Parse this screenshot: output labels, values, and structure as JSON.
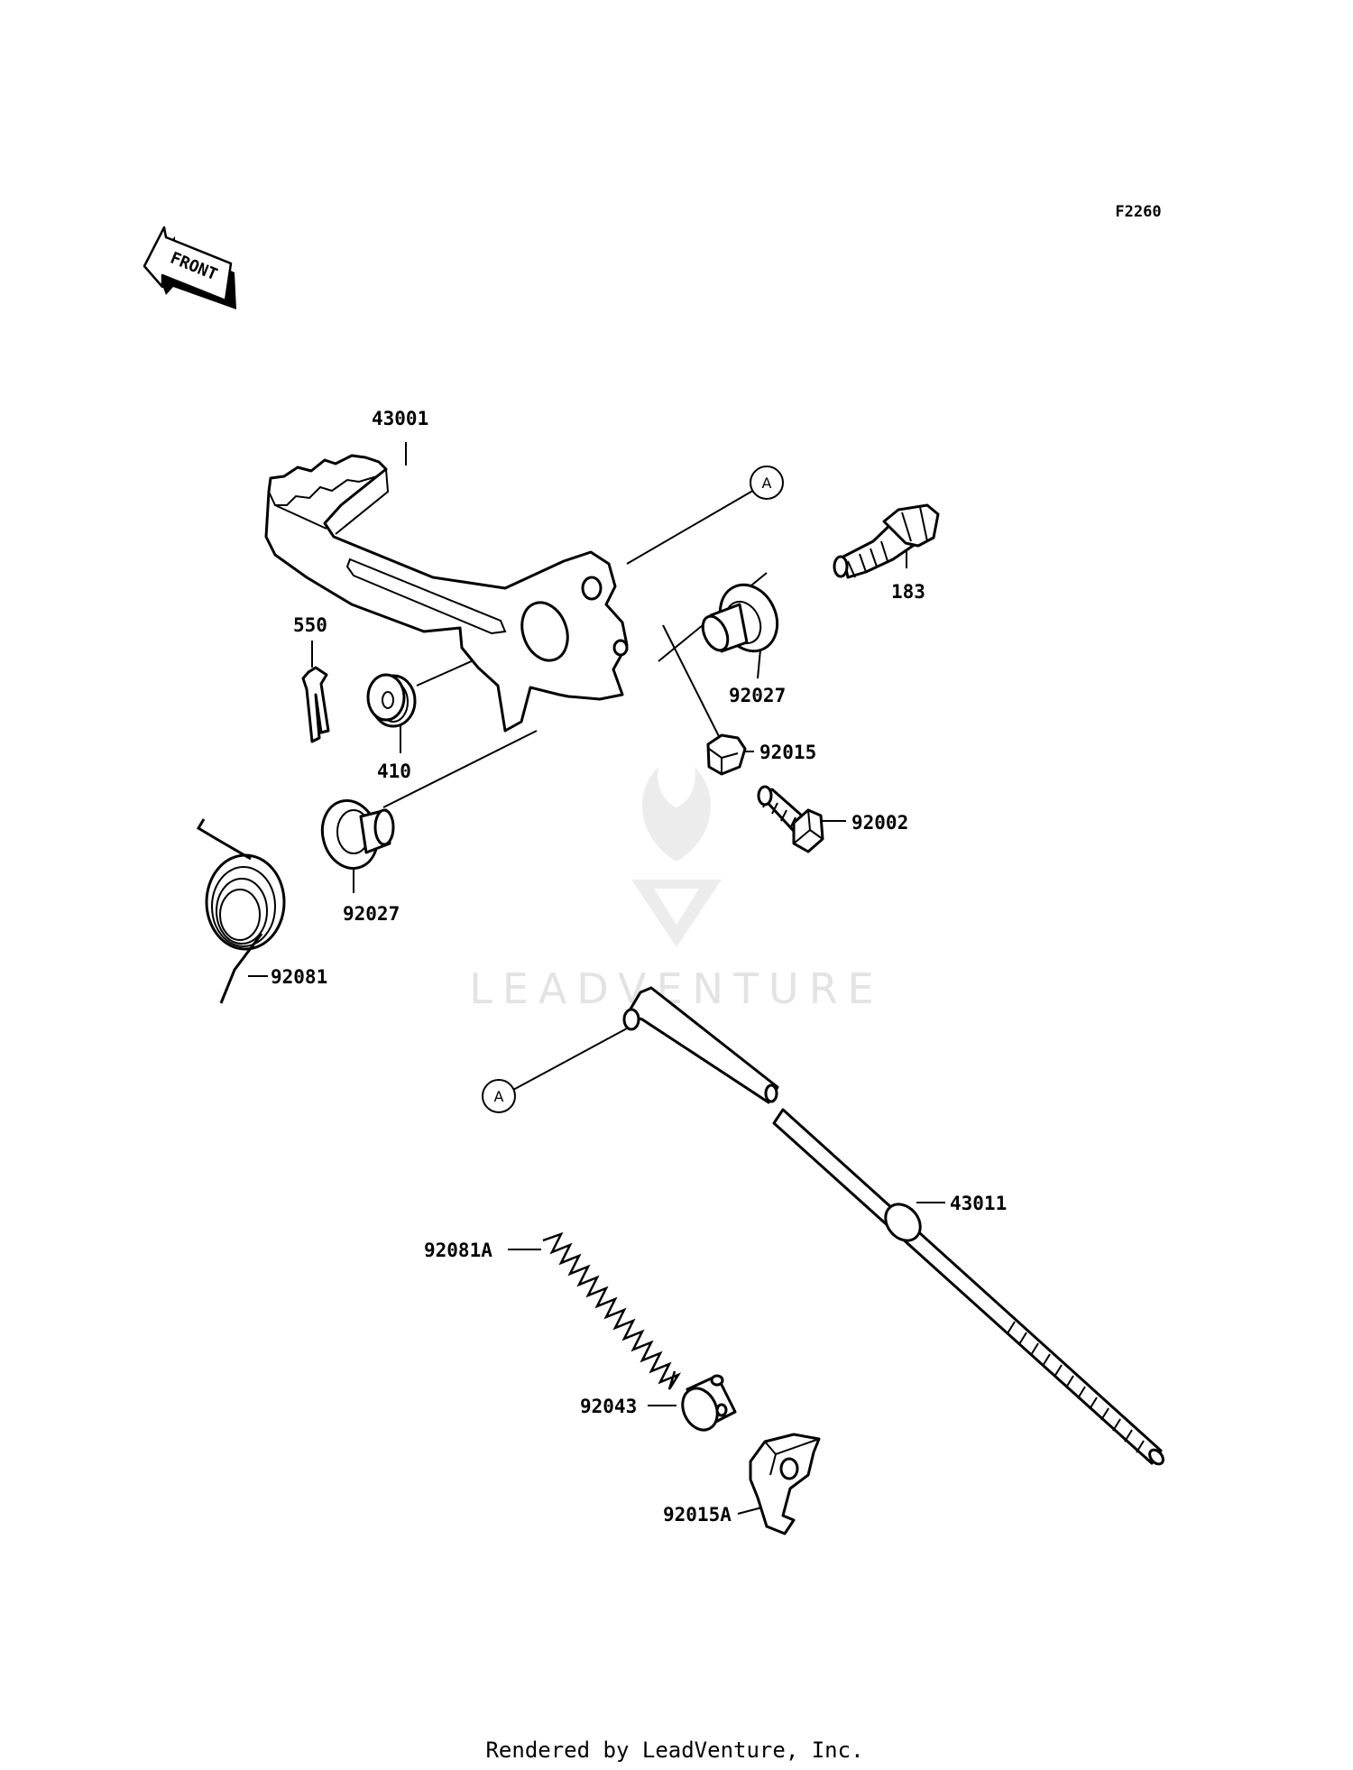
{
  "diagram_code": "F2260",
  "front_label": "FRONT",
  "reference_mark": "A",
  "watermark": "LEADVENTURE",
  "footer": "Rendered by LeadVenture, Inc.",
  "parts": {
    "brake_pedal": "43001",
    "pivot_bolt": "183",
    "bushing_upper": "92027",
    "cotter_pin": "550",
    "washer": "410",
    "nut": "92015",
    "adjust_bolt": "92002",
    "bushing_lower": "92027",
    "return_spring": "92081",
    "brake_rod": "43011",
    "rod_spring": "92081A",
    "joint": "92043",
    "rod_nut": "92015A"
  }
}
